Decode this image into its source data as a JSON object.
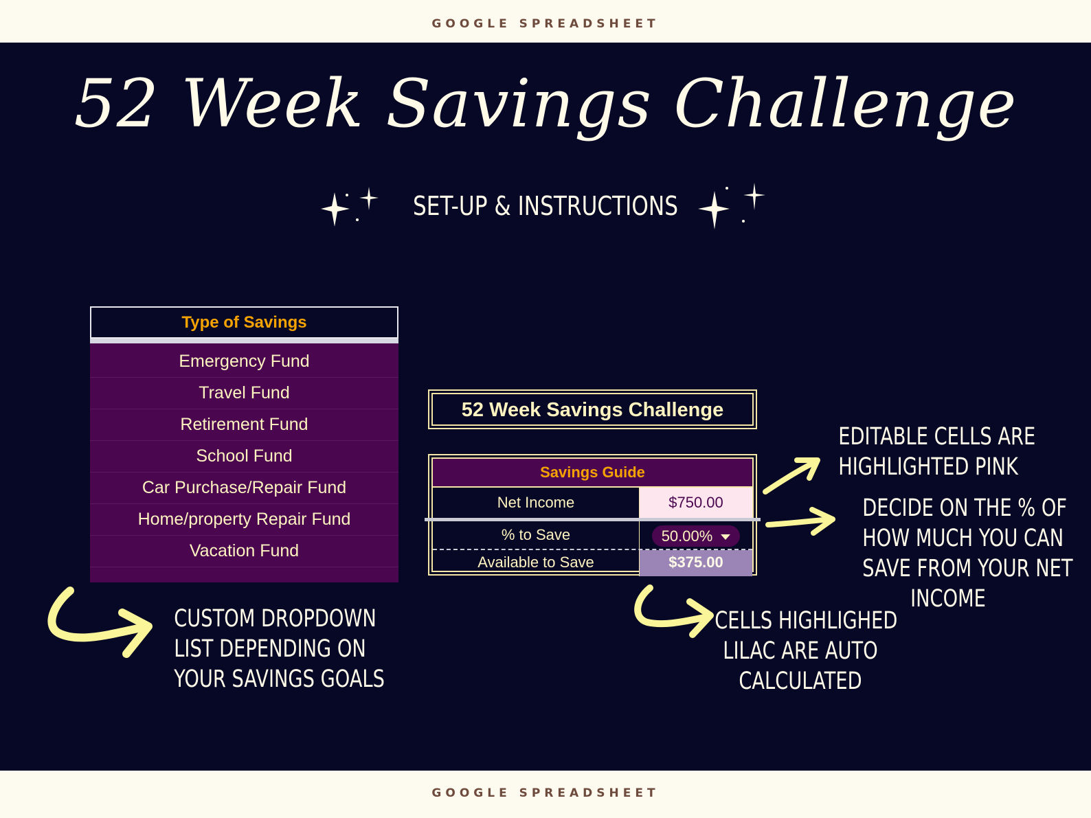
{
  "header": {
    "label": "GOOGLE SPREADSHEET"
  },
  "footer": {
    "label": "GOOGLE SPREADSHEET"
  },
  "title": "52 Week Savings Challenge",
  "subtitle": "SET-UP & INSTRUCTIONS",
  "types_table": {
    "header": "Type of Savings",
    "items": [
      "Emergency Fund",
      "Travel Fund",
      "Retirement Fund",
      "School Fund",
      "Car Purchase/Repair Fund",
      "Home/property Repair Fund",
      "Vacation Fund"
    ]
  },
  "challenge_box": {
    "title": "52 Week Savings Challenge"
  },
  "savings_guide": {
    "header": "Savings Guide",
    "rows": [
      {
        "label": "Net Income",
        "value": "$750.00"
      },
      {
        "label": "% to Save",
        "value": "50.00%"
      },
      {
        "label": "Available to Save",
        "value": "$375.00"
      }
    ]
  },
  "notes": {
    "dropdown": [
      "CUSTOM DROPDOWN",
      "LIST DEPENDING ON",
      "YOUR SAVINGS GOALS"
    ],
    "editable": [
      "EDITABLE CELLS ARE",
      "HIGHLIGHTED PINK"
    ],
    "percent": [
      "DECIDE ON THE % OF",
      "HOW MUCH YOU CAN",
      "SAVE FROM YOUR NET",
      "INCOME"
    ],
    "lilac": [
      "CELLS HIGHLIGHED",
      "LILAC ARE AUTO",
      "CALCULATED"
    ]
  },
  "colors": {
    "background": "#060826",
    "band": "#fdfaf0",
    "accent": "#f6a300",
    "purple": "#4a064f",
    "arrow": "#fbf59a",
    "pink": "#fde6ee",
    "lilac": "#9b84b6"
  },
  "icons": [
    "sparkle-icon",
    "arrow-icon",
    "dropdown-caret-icon"
  ]
}
